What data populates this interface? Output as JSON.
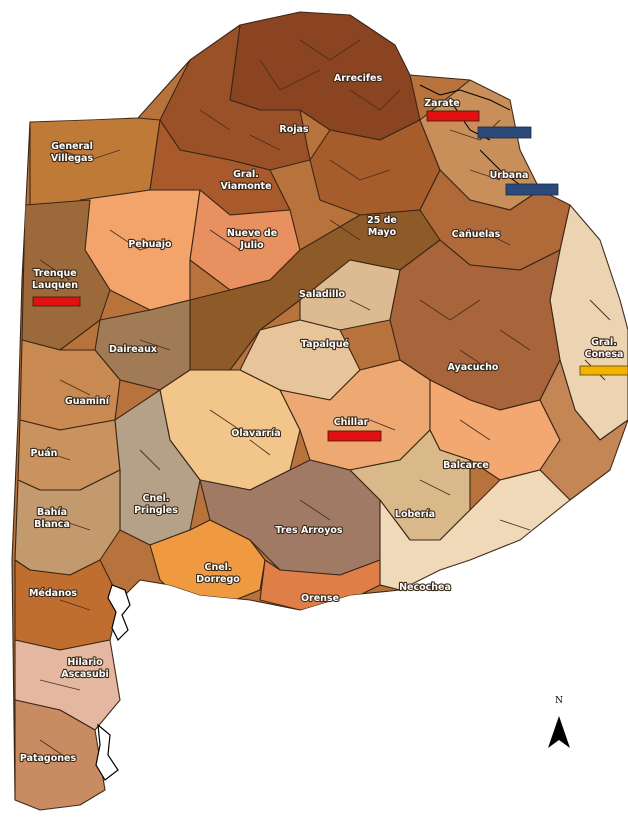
{
  "colors": {
    "dark_brown": "#8a4a22",
    "mid_brown": "#b8733c",
    "light_orange": "#f2a46b",
    "pale_tan": "#e9cfa8",
    "bright_orange": "#ef9a40",
    "marker_red": "#e11111",
    "marker_navy": "#2b4a7a",
    "marker_gold": "#f2b400"
  },
  "labels": [
    {
      "id": "arrecifes",
      "text": "Arrecifes"
    },
    {
      "id": "zarate",
      "text": "Zarate"
    },
    {
      "id": "rojas",
      "text": "Rojas"
    },
    {
      "id": "general-villegas-1",
      "text": "General"
    },
    {
      "id": "general-villegas-2",
      "text": "Villegas"
    },
    {
      "id": "gral-viamonte-1",
      "text": "Gral."
    },
    {
      "id": "gral-viamonte-2",
      "text": "Viamonte"
    },
    {
      "id": "urbana",
      "text": "Urbana"
    },
    {
      "id": "pehuajo",
      "text": "Pehuajo"
    },
    {
      "id": "nueve-de-julio-1",
      "text": "Nueve de"
    },
    {
      "id": "nueve-de-julio-2",
      "text": "Julio"
    },
    {
      "id": "veinticinco-de-mayo-1",
      "text": "25 de"
    },
    {
      "id": "veinticinco-de-mayo-2",
      "text": "Mayo"
    },
    {
      "id": "canuelas",
      "text": "Cañuelas"
    },
    {
      "id": "trenque-lauquen-1",
      "text": "Trenque"
    },
    {
      "id": "trenque-lauquen-2",
      "text": "Lauquen"
    },
    {
      "id": "saladillo",
      "text": "Saladillo"
    },
    {
      "id": "daireaux",
      "text": "Daireaux"
    },
    {
      "id": "tapalque",
      "text": "Tapalqué"
    },
    {
      "id": "gral-conesa-1",
      "text": "Gral."
    },
    {
      "id": "gral-conesa-2",
      "text": "Conesa"
    },
    {
      "id": "ayacucho",
      "text": "Ayacucho"
    },
    {
      "id": "guamini",
      "text": "Guaminí"
    },
    {
      "id": "olavarria",
      "text": "Olavarría"
    },
    {
      "id": "chillar",
      "text": "Chillar"
    },
    {
      "id": "puan",
      "text": "Puán"
    },
    {
      "id": "balcarce",
      "text": "Balcarce"
    },
    {
      "id": "bahia-blanca-1",
      "text": "Bahía"
    },
    {
      "id": "bahia-blanca-2",
      "text": "Blanca"
    },
    {
      "id": "cnel-pringles-1",
      "text": "Cnel."
    },
    {
      "id": "cnel-pringles-2",
      "text": "Pringles"
    },
    {
      "id": "loberia",
      "text": "Lobería"
    },
    {
      "id": "tres-arroyos",
      "text": "Tres Arroyos"
    },
    {
      "id": "cnel-dorrego-1",
      "text": "Cnel."
    },
    {
      "id": "cnel-dorrego-2",
      "text": "Dorrego"
    },
    {
      "id": "necochea",
      "text": "Necochea"
    },
    {
      "id": "orense",
      "text": "Orense"
    },
    {
      "id": "medanos",
      "text": "Médanos"
    },
    {
      "id": "hilario-ascasubi-1",
      "text": "Hilario"
    },
    {
      "id": "hilario-ascasubi-2",
      "text": "Ascasubi"
    },
    {
      "id": "patagones",
      "text": "Patagones"
    }
  ],
  "markers": [
    {
      "id": "zarate",
      "color_key": "marker_red"
    },
    {
      "id": "buenos-aires-north",
      "color_key": "marker_navy"
    },
    {
      "id": "urbana",
      "color_key": "marker_navy"
    },
    {
      "id": "trenque-lauquen",
      "color_key": "marker_red"
    },
    {
      "id": "chillar",
      "color_key": "marker_red"
    },
    {
      "id": "gral-conesa",
      "color_key": "marker_gold"
    }
  ],
  "north_arrow": {
    "label": "N"
  }
}
